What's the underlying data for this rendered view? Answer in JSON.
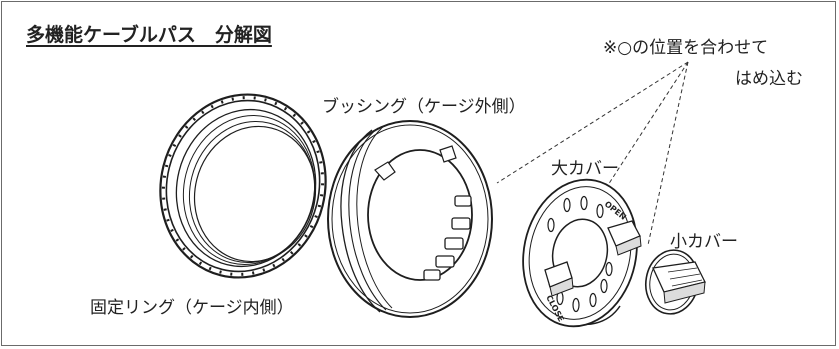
{
  "title": "多機能ケーブルパス　分解図",
  "note_line1": "※○の位置を合わせて",
  "note_line2": "はめ込む",
  "parts": {
    "bushing": "ブッシング（ケージ外側）",
    "large_cover": "大カバー",
    "small_cover": "小カバー",
    "fixing_ring": "固定リング（ケージ内側）"
  },
  "markings": {
    "open": "OPEN",
    "close": "CLOSE"
  }
}
